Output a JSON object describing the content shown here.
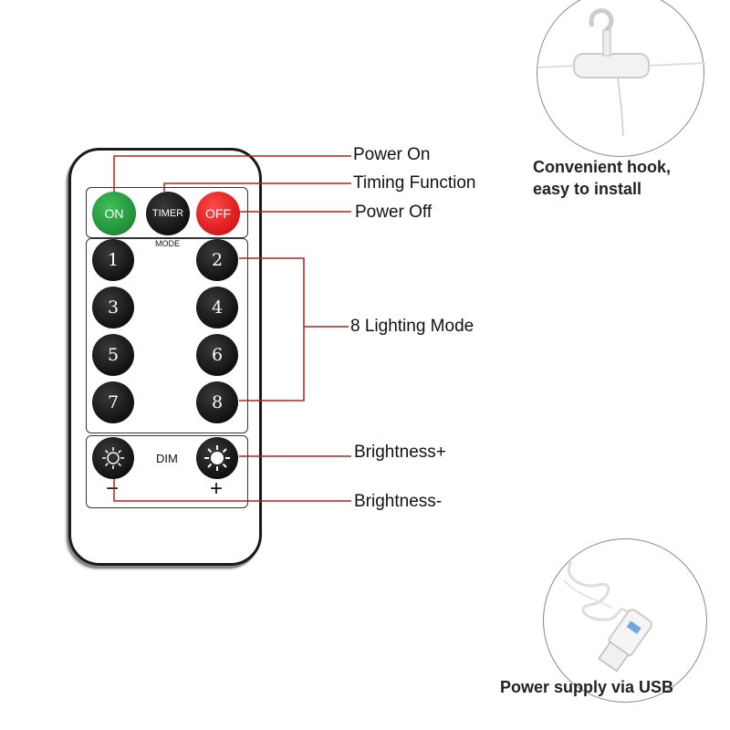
{
  "remote": {
    "top_buttons": {
      "on": "ON",
      "timer": "TIMER",
      "off": "OFF"
    },
    "mode_label": "MODE",
    "number_buttons": [
      "1",
      "2",
      "3",
      "4",
      "5",
      "6",
      "7",
      "8"
    ],
    "dim_label": "DIM",
    "minus_label": "−",
    "plus_label": "+"
  },
  "callouts": {
    "power_on": "Power On",
    "timing_function": "Timing Function",
    "power_off": "Power Off",
    "lighting_mode": "8 Lighting Mode",
    "brightness_plus": "Brightness+",
    "brightness_minus": "Brightness-"
  },
  "hook_panel": {
    "caption_line1": "Convenient hook,",
    "caption_line2": "easy to install"
  },
  "usb_panel": {
    "caption": "Power supply via USB"
  },
  "colors": {
    "leader_line": "#b22222",
    "on_button": "#2aa745",
    "off_button": "#e82020",
    "button_dark": "#1a1a1a"
  }
}
